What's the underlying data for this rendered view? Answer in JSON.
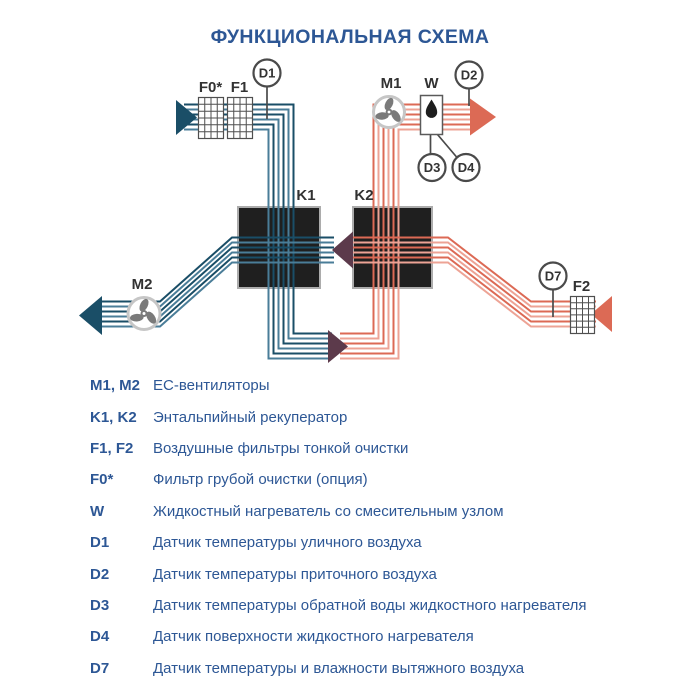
{
  "title": "ФУНКЦИОНАЛЬНАЯ СХЕМА",
  "colors": {
    "title_text": "#2D5795",
    "legend_text": "#2D5795",
    "component_label": "#323232",
    "cold_dark": "#1A4E67",
    "cold_light": "#4A7D98",
    "warm_dark": "#DC6A55",
    "warm_light": "#EDA395",
    "transition_arrow": "#5C3A4B",
    "block_fill": "#1F1F1F",
    "block_border": "#ACACAC",
    "sensor_outline": "#4A4A4A",
    "fan_blade": "#7A7A7A",
    "fan_ring": "#C6C6C6",
    "droplet": "#1E1E1E"
  },
  "diagram": {
    "labels": {
      "f0": "F0*",
      "f1": "F1",
      "f2": "F2",
      "m1": "M1",
      "m2": "M2",
      "w": "W",
      "k1": "K1",
      "k2": "K2",
      "d1": "D1",
      "d2": "D2",
      "d3": "D3",
      "d4": "D4",
      "d7": "D7"
    }
  },
  "legend": {
    "items": [
      {
        "key": "M1, M2",
        "description": "ЕС-вентиляторы"
      },
      {
        "key": "K1, K2",
        "description": "Энтальпийный рекуператор"
      },
      {
        "key": "F1, F2",
        "description": "Воздушные фильтры тонкой очистки"
      },
      {
        "key": "F0*",
        "description": "Фильтр грубой очистки (опция)"
      },
      {
        "key": "W",
        "description": "Жидкостный нагреватель со смесительным узлом"
      },
      {
        "key": "D1",
        "description": "Датчик температуры уличного воздуха"
      },
      {
        "key": "D2",
        "description": "Датчик температуры приточного воздуха"
      },
      {
        "key": "D3",
        "description": "Датчик температуры обратной воды жидкостного нагревателя"
      },
      {
        "key": "D4",
        "description": "Датчик поверхности жидкостного нагревателя"
      },
      {
        "key": "D7",
        "description": "Датчик температуры и влажности вытяжного воздуха"
      }
    ]
  }
}
